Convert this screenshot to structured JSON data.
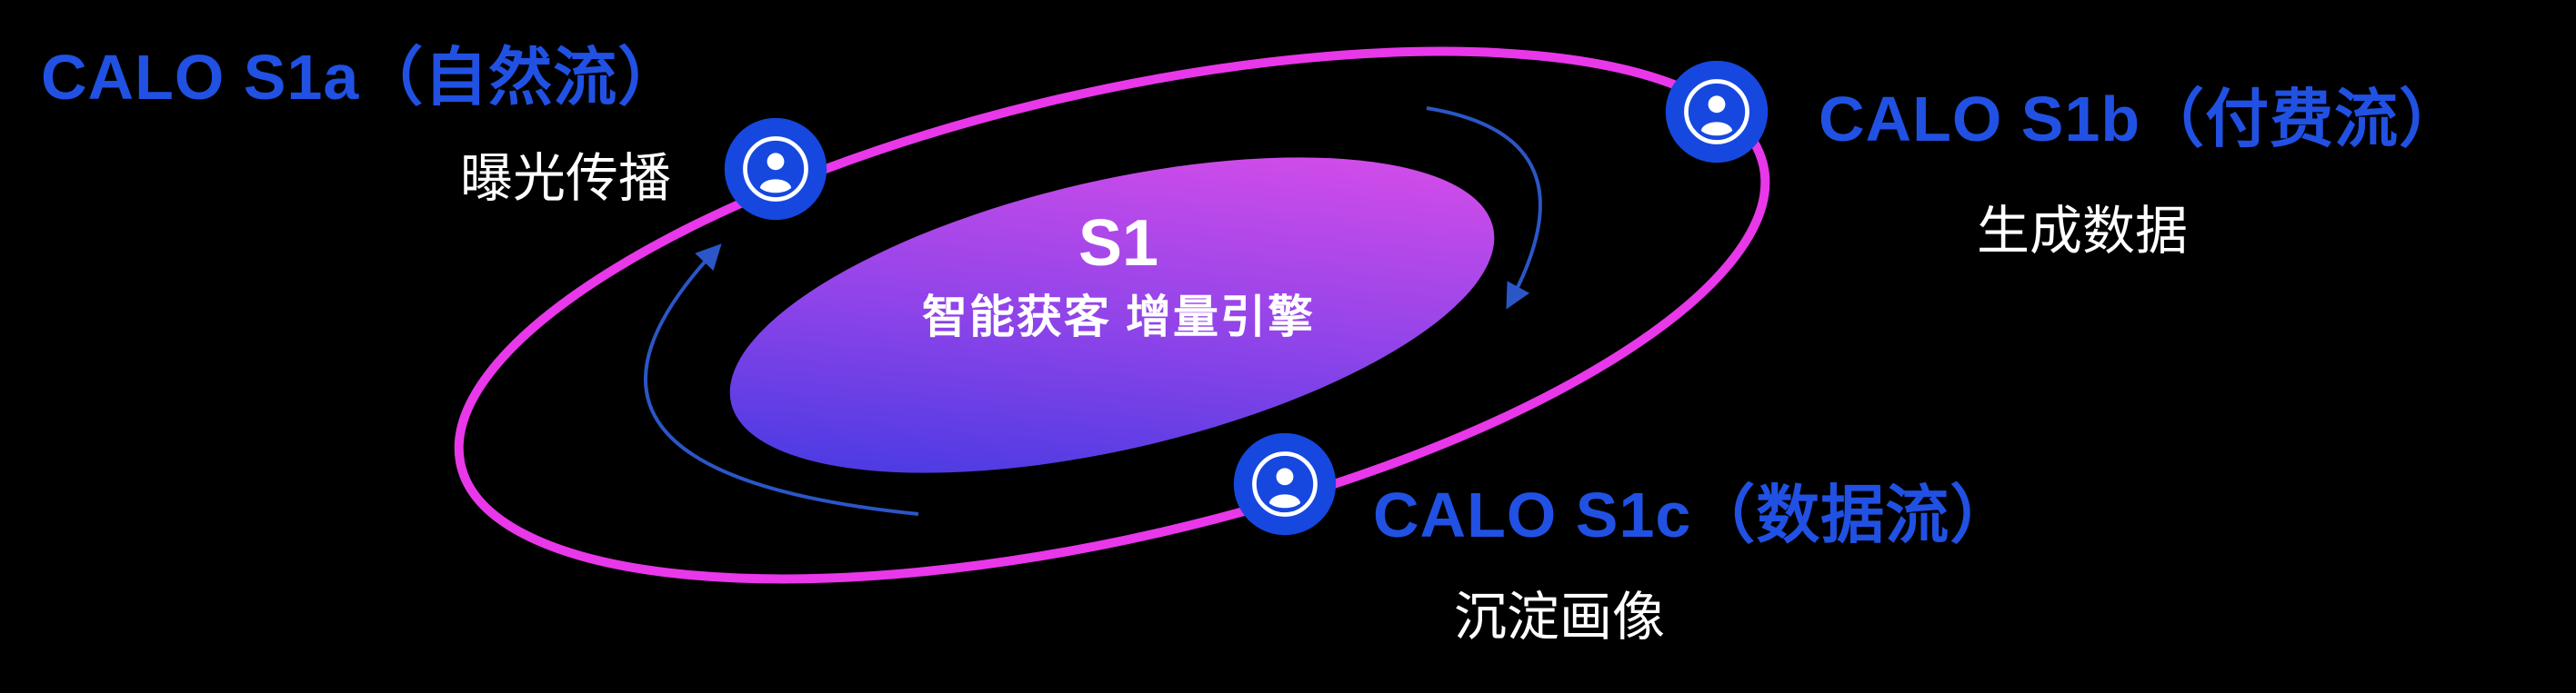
{
  "diagram": {
    "center": {
      "title": "S1",
      "subtitle": "智能获客  增量引擎"
    },
    "nodes": [
      {
        "id": "s1a",
        "title": "CALO S1a（自然流）",
        "subtitle": "曝光传播"
      },
      {
        "id": "s1b",
        "title": "CALO S1b（付费流）",
        "subtitle": "生成数据"
      },
      {
        "id": "s1c",
        "title": "CALO S1c（数据流）",
        "subtitle": "沉淀画像"
      }
    ],
    "icons": {
      "node_icon": "user-circle-icon"
    },
    "colors": {
      "background": "#000000",
      "title_blue": "#2151e3",
      "orbit_pink": "#e838ea",
      "icon_blue": "#1648e0",
      "arrow_blue": "#2e5bd2",
      "core_gradient_start": "#3137e0",
      "core_gradient_mid": "#8f44e9",
      "core_gradient_end": "#e94fe9",
      "text_white": "#ffffff"
    }
  }
}
